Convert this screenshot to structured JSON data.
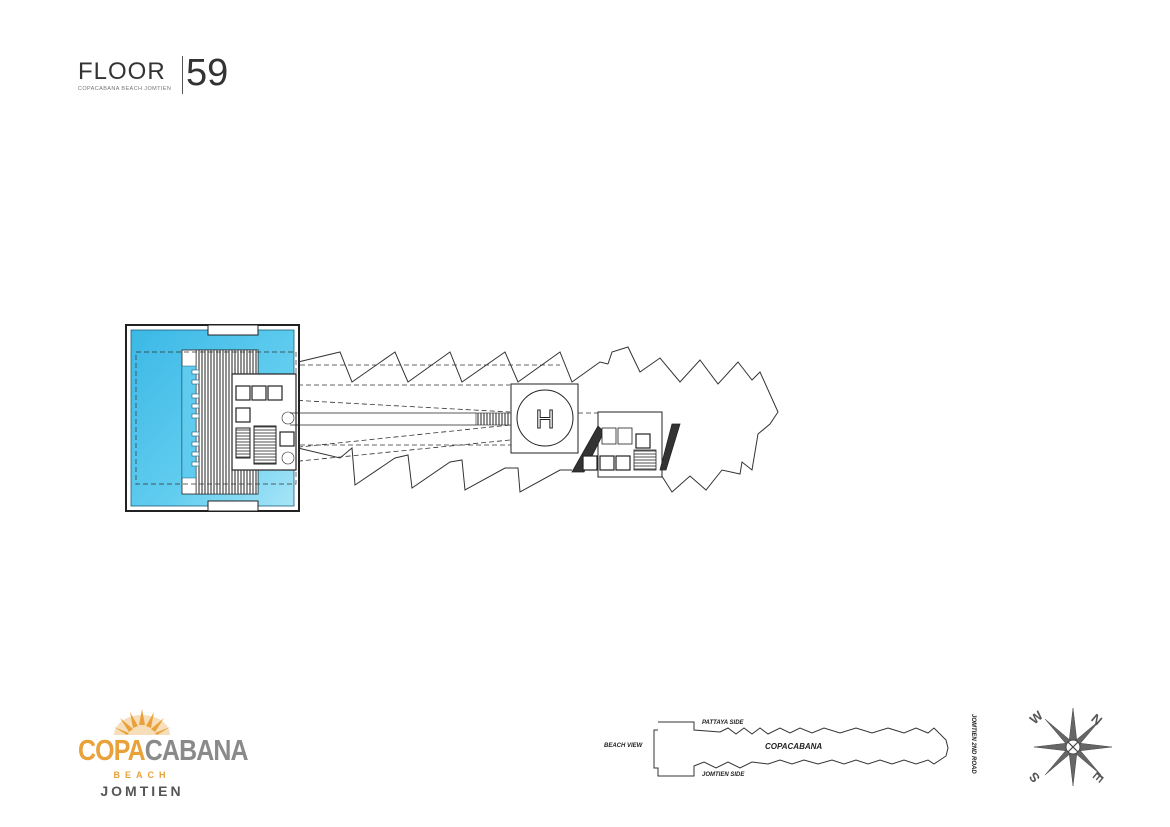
{
  "header": {
    "floor_label": "FLOOR",
    "floor_number": "59",
    "subtitle": "COPACABANA BEACH JOMTIEN"
  },
  "plan": {
    "helipad_label": "H",
    "pool_color": "#4fc3e8",
    "pool_color_light": "#9fe1f5",
    "line_color": "#2a2a2a"
  },
  "logo": {
    "part1": "COPA",
    "part2": "CABANA",
    "line2": "BEACH",
    "line3": "JOMTIEN",
    "accent_color": "#e9a13a",
    "secondary_color": "#8a8a8a"
  },
  "key_plan": {
    "top_label": "PATTAYA SIDE",
    "left_label": "BEACH VIEW",
    "center_label": "COPACABANA",
    "bottom_label": "JOMTIEN SIDE",
    "right_label": "JOMTIEN 2ND ROAD"
  },
  "compass": {
    "w": "W",
    "n": "N",
    "s": "S",
    "e": "E"
  }
}
